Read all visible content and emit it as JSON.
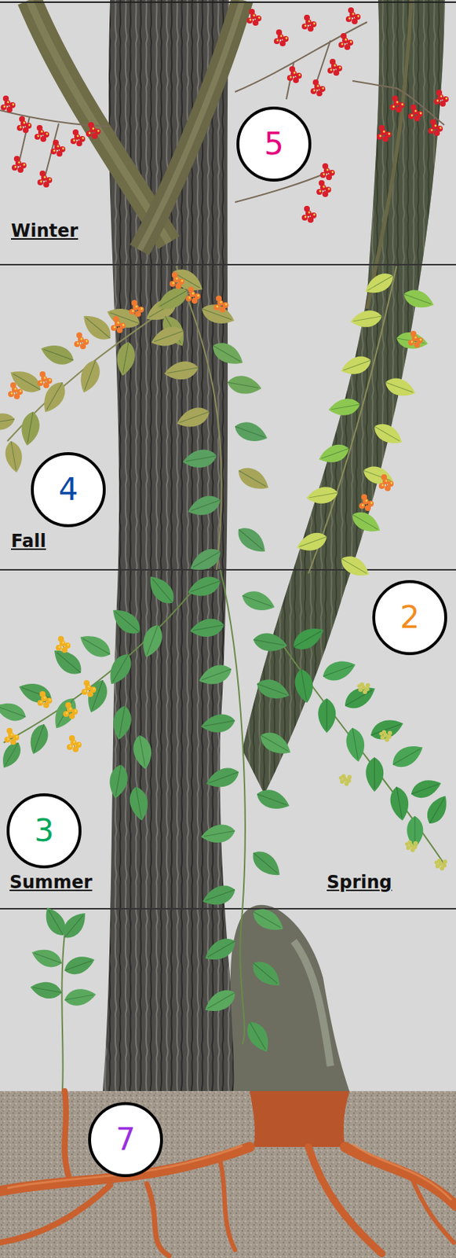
{
  "diagram": {
    "nodes": [
      {
        "text": [
          "5"
        ]
      },
      {
        "text": [
          "4"
        ]
      },
      {
        "text": [
          "2"
        ]
      },
      {
        "text": [
          "3"
        ]
      },
      {
        "text": [
          "7"
        ]
      }
    ],
    "labels": [
      "Winter",
      "Fall",
      "Summer",
      "Spring"
    ]
  }
}
